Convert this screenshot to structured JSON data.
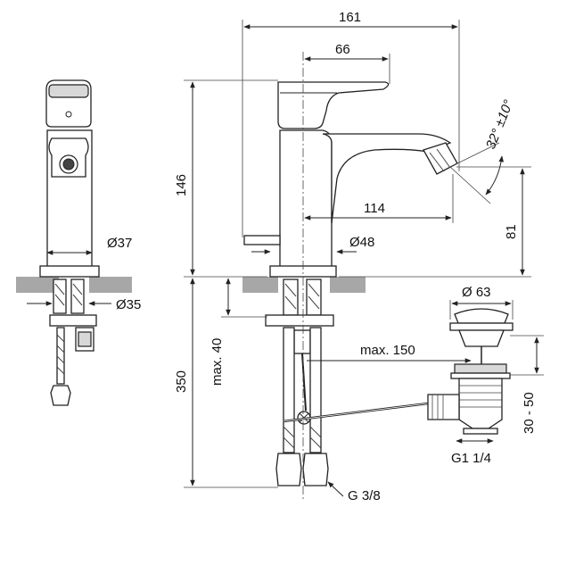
{
  "dimensions": {
    "width_total": "161",
    "lever_offset": "66",
    "height_total": "146",
    "spout_reach": "114",
    "spout_height": "81",
    "body_diameter": "Ø37",
    "base_diameter": "Ø48",
    "hole_diameter": "Ø35",
    "spray_angle": "32° ±10°",
    "hose_length": "350",
    "max_thickness": "max. 40",
    "max_reach": "max. 150",
    "waste_diameter": "Ø 63",
    "waste_range": "30 - 50",
    "waste_thread": "G1 1/4",
    "supply_thread": "G 3/8"
  },
  "colors": {
    "line": "#222222",
    "countertop": "#a7a7a7",
    "metal": "#d8d8d8"
  }
}
